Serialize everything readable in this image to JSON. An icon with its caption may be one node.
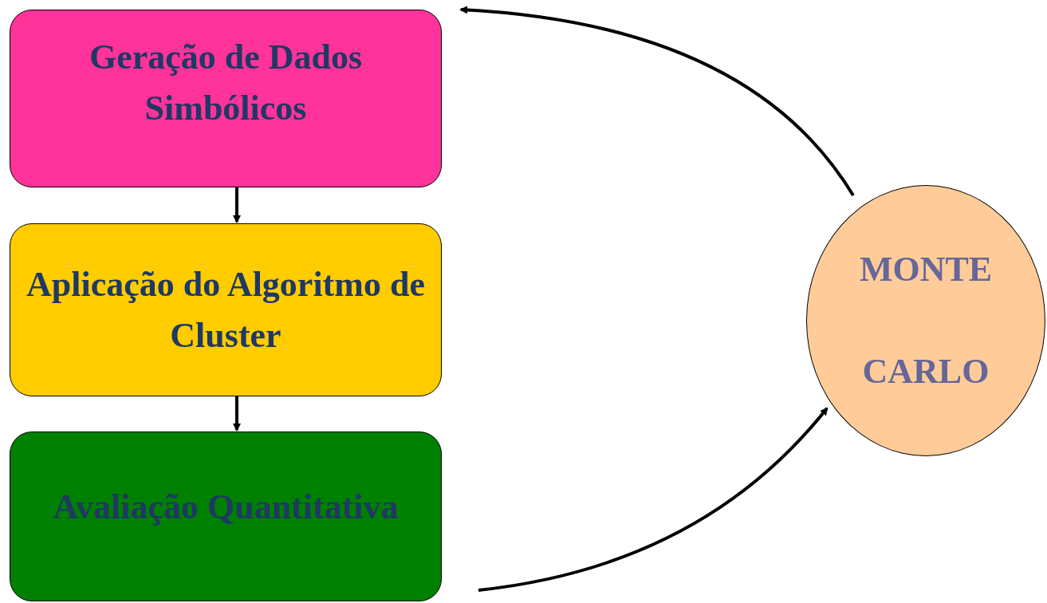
{
  "diagram": {
    "nodes": [
      {
        "text": [
          "Geração de Dados Simbólicos"
        ]
      },
      {
        "text": [
          "Aplicação do Algoritmo de Cluster"
        ]
      },
      {
        "text": [
          "Avaliação Quantitativa"
        ]
      },
      {
        "text": [
          "MONTE CARLO"
        ]
      }
    ],
    "edges": [
      {
        "from": 0,
        "to": 1,
        "arrow": "to"
      },
      {
        "from": 1,
        "to": 2,
        "arrow": "to"
      },
      {
        "from": 2,
        "to": 3,
        "arrow": "to"
      },
      {
        "from": 3,
        "to": 0,
        "arrow": "to"
      }
    ]
  }
}
